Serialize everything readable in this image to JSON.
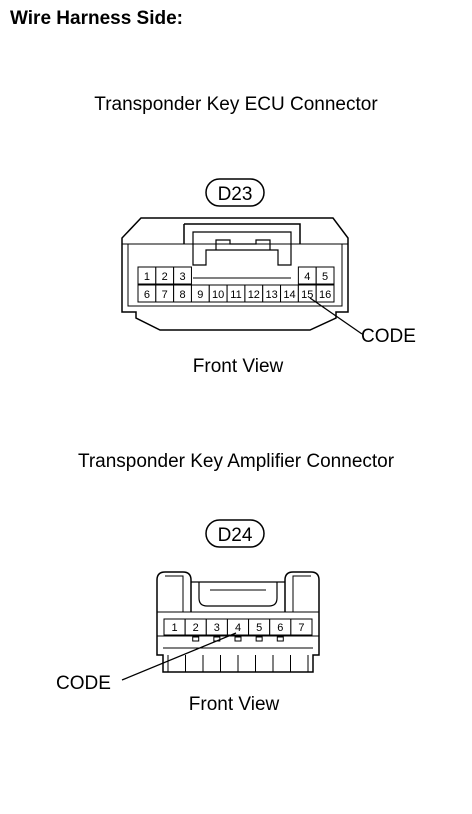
{
  "heading": "Wire Harness Side:",
  "connectors": [
    {
      "title": "Transponder Key ECU Connector",
      "tag": "D23",
      "view_label": "Front View",
      "code_label": "CODE",
      "code_pin": "15",
      "top_row_left": [
        "1",
        "2",
        "3"
      ],
      "top_row_right": [
        "4",
        "5"
      ],
      "bottom_row": [
        "6",
        "7",
        "8",
        "9",
        "10",
        "11",
        "12",
        "13",
        "14",
        "15",
        "16"
      ]
    },
    {
      "title": "Transponder Key Amplifier Connector",
      "tag": "D24",
      "view_label": "Front View",
      "code_label": "CODE",
      "code_pin": "4",
      "row": [
        "1",
        "2",
        "3",
        "4",
        "5",
        "6",
        "7"
      ]
    }
  ]
}
